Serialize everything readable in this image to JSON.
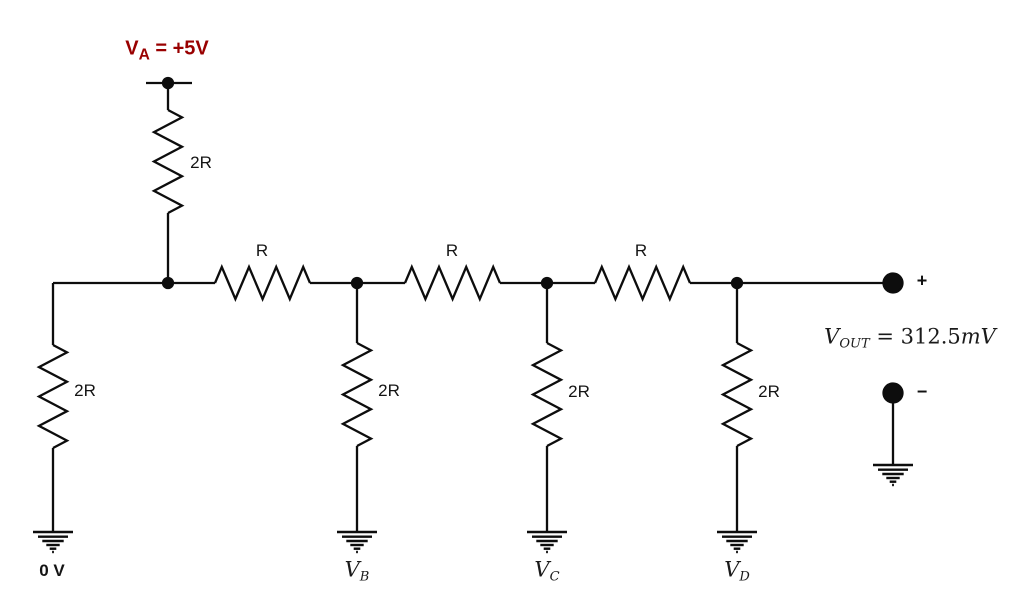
{
  "diagram_type": "R-2R ladder DAC circuit schematic",
  "colors": {
    "wire": "#0d0d0d",
    "source_text": "#990000",
    "math_text": "#1a1a1a",
    "background": "#ffffff"
  },
  "source_label": {
    "symbol": "V",
    "subscript": "A",
    "value": " = +5V"
  },
  "series_resistors": [
    {
      "label": "R"
    },
    {
      "label": "R"
    },
    {
      "label": "R"
    }
  ],
  "shunt_resistors": [
    {
      "id": "branch-va",
      "label": "2R"
    },
    {
      "id": "branch-terminator",
      "label": "2R"
    },
    {
      "id": "branch-vb",
      "label": "2R"
    },
    {
      "id": "branch-vc",
      "label": "2R"
    },
    {
      "id": "branch-vd",
      "label": "2R"
    }
  ],
  "output": {
    "symbol": "V",
    "subscript": "OUT",
    "equals": " = 312.5",
    "unit": "mV",
    "plus_terminal": "+",
    "minus_terminal": "−"
  },
  "ground_labels": [
    {
      "text": "0 V"
    },
    {
      "symbol": "V",
      "subscript": "B"
    },
    {
      "symbol": "V",
      "subscript": "C"
    },
    {
      "symbol": "V",
      "subscript": "D"
    }
  ]
}
